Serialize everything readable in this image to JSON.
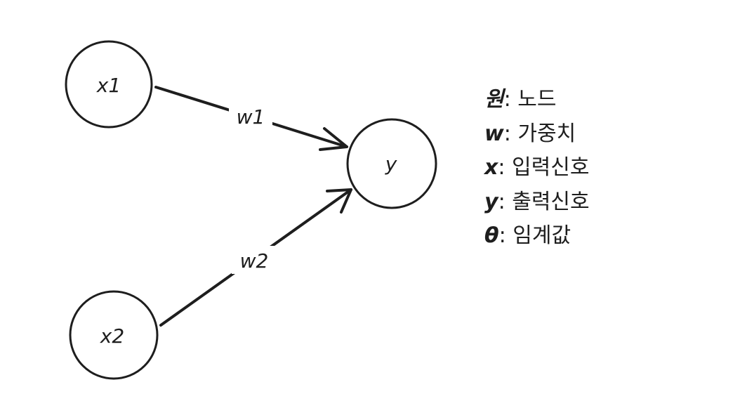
{
  "nodes": {
    "x1": {
      "label": "x1"
    },
    "x2": {
      "label": "x2"
    },
    "y": {
      "label": "y"
    }
  },
  "edges": {
    "w1": {
      "label": "w1",
      "from": "x1",
      "to": "y"
    },
    "w2": {
      "label": "w2",
      "from": "x2",
      "to": "y"
    }
  },
  "legend": [
    {
      "symbol": "원",
      "text": "노드"
    },
    {
      "symbol": "w",
      "text": "가중치"
    },
    {
      "symbol": "x",
      "text": "입력신호"
    },
    {
      "symbol": "y",
      "text": "출력신호"
    },
    {
      "symbol": "θ",
      "text": "임계값"
    }
  ],
  "colors": {
    "stroke": "#1e1e1e",
    "background": "#ffffff"
  }
}
